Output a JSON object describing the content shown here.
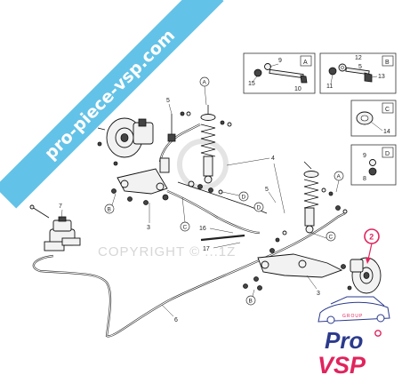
{
  "banner": {
    "text": "pro-piece-vsp.com",
    "color": "#5bbfe6"
  },
  "watermark": {
    "text": "COPYRIGHT © ...1Z"
  },
  "callouts": {
    "p2": "2",
    "p3a": "3",
    "p3b": "3",
    "p4": "4",
    "p5a": "5",
    "p5b": "5",
    "p6": "6",
    "p7": "7",
    "p16": "16",
    "p17": "17"
  },
  "circled": {
    "a1": "A",
    "a2": "A",
    "b1": "B",
    "b2": "B",
    "c1": "C",
    "c2": "C",
    "d1": "D",
    "d2": "D"
  },
  "highlight": {
    "label": "2",
    "color": "#e0245e"
  },
  "detail_boxes": {
    "A": {
      "letter": "A",
      "parts": [
        "15",
        "9",
        "10"
      ]
    },
    "B": {
      "letter": "B",
      "parts": [
        "12",
        "5",
        "11",
        "13"
      ]
    },
    "C": {
      "letter": "C",
      "parts": [
        "14"
      ]
    },
    "D": {
      "letter": "D",
      "parts": [
        "9",
        "8"
      ]
    }
  },
  "logo": {
    "line1": "Pro",
    "line2": "VSP",
    "tag": "GROUP",
    "accent": "#e0245e",
    "primary": "#2b3a8c"
  }
}
